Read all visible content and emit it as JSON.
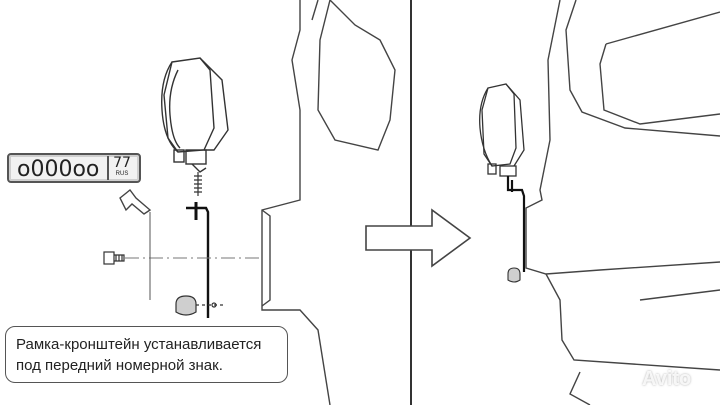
{
  "plate": {
    "number": "о000оо",
    "region_number": "77",
    "region_code": "RUS"
  },
  "caption": {
    "line1": "Рамка-кронштейн устанавливается",
    "line2": "под передний номерной знак."
  },
  "watermark": {
    "text": "Avito"
  },
  "colors": {
    "line": "#333333",
    "light_line": "#777777",
    "panel_divider": "#333333"
  }
}
